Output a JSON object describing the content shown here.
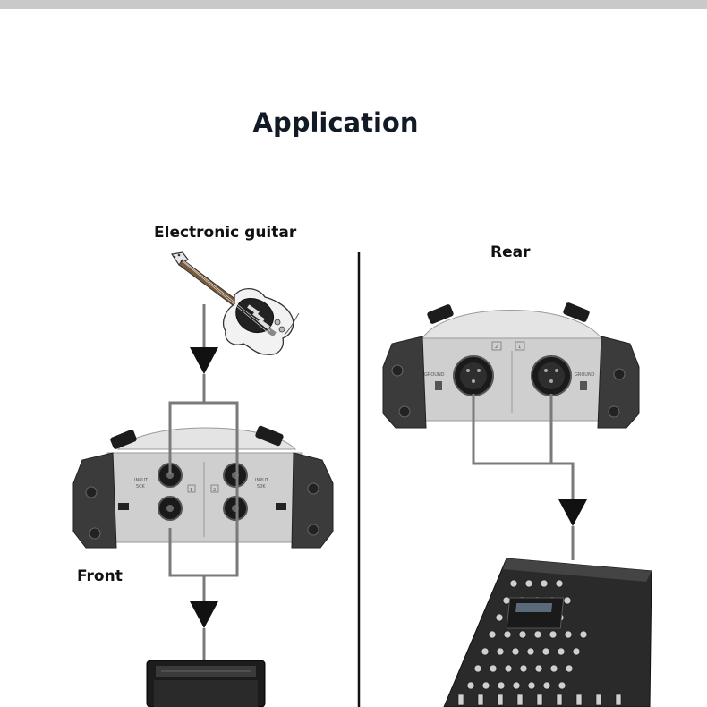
{
  "page": {
    "title": "Application"
  },
  "labels": {
    "guitar": "Electronic guitar",
    "rear": "Rear",
    "front": "Front"
  },
  "front_panel": {
    "input_left": "INPUT",
    "input_left_value": "50K",
    "input_right": "INPUT",
    "input_right_value": "50K",
    "channel_1": "1",
    "channel_2": "2"
  },
  "rear_panel": {
    "channel_1": "1",
    "channel_2": "2",
    "ground_left": "GROUND",
    "ground_right": "GROUND"
  },
  "icons": [
    "electric-guitar-icon",
    "guitar-amplifier-icon",
    "audio-mixer-icon",
    "direct-box-front-icon",
    "direct-box-rear-icon",
    "arrow-down-icon"
  ],
  "colors": {
    "heading": "#121a26",
    "line": "#7a7a7a",
    "arrow": "#111111",
    "panel": "#d0d0d0",
    "brackets": "#3a3a3a",
    "divider": "#111111"
  }
}
